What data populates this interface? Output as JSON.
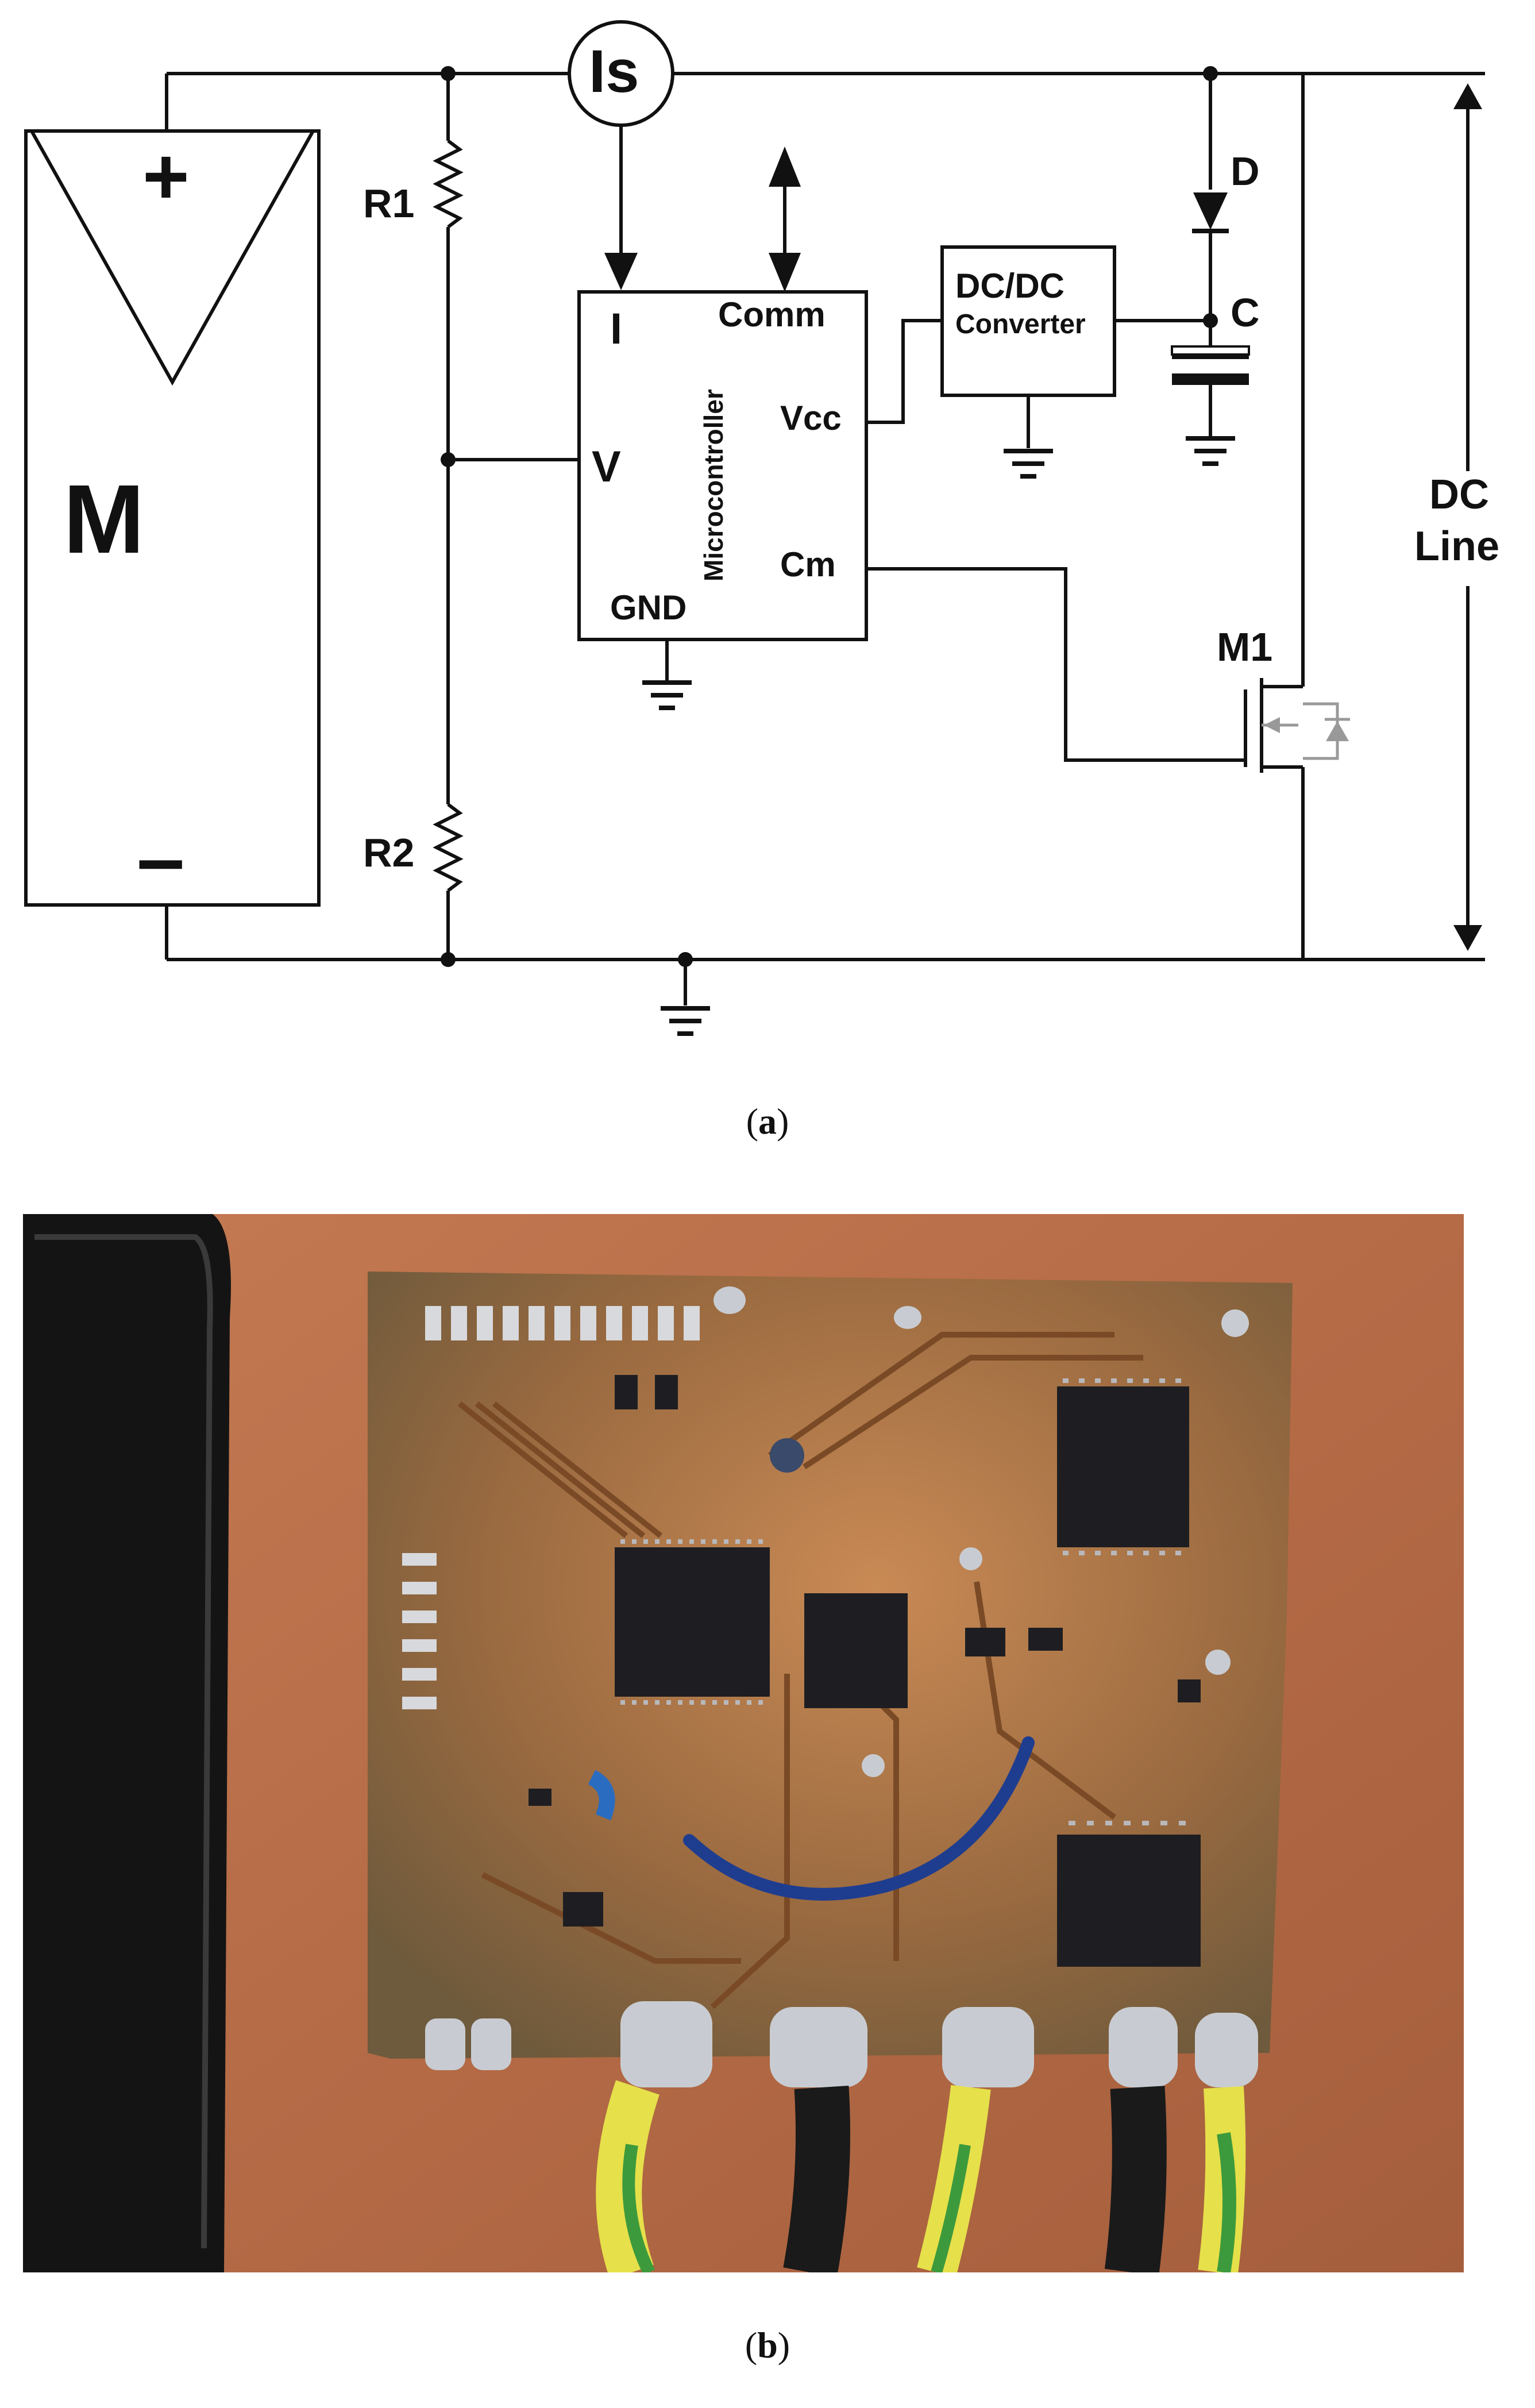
{
  "figure_a": {
    "labels": {
      "module": "M",
      "plus": "+",
      "minus": "–",
      "current_sensor": "Is",
      "r1": "R1",
      "r2": "R2",
      "mcu_pin_i": "I",
      "mcu_pin_v": "V",
      "mcu_pin_gnd": "GND",
      "mcu_pin_comm": "Comm",
      "mcu_pin_vcc": "Vcc",
      "mcu_pin_cm": "Cm",
      "mcu_name": "Microcontroller",
      "dcdc_line1": "DC/DC",
      "dcdc_line2": "Converter",
      "diode": "D",
      "capacitor": "C",
      "mosfet": "M1",
      "dc_line_1": "DC",
      "dc_line_2": "Line"
    },
    "caption_letter": "a"
  },
  "figure_b": {
    "caption_letter": "b",
    "colors": {
      "background": "#b8704a",
      "board": "#a86a3e",
      "copper": "#c9824f",
      "chip": "#1e1e22",
      "solder": "#c8ccd2",
      "jumper_wire": "#1f3d8f",
      "cable_black": "#1a1a1a",
      "cable_yellow": "#e6e04a",
      "cable_green": "#3d9a3c"
    }
  }
}
